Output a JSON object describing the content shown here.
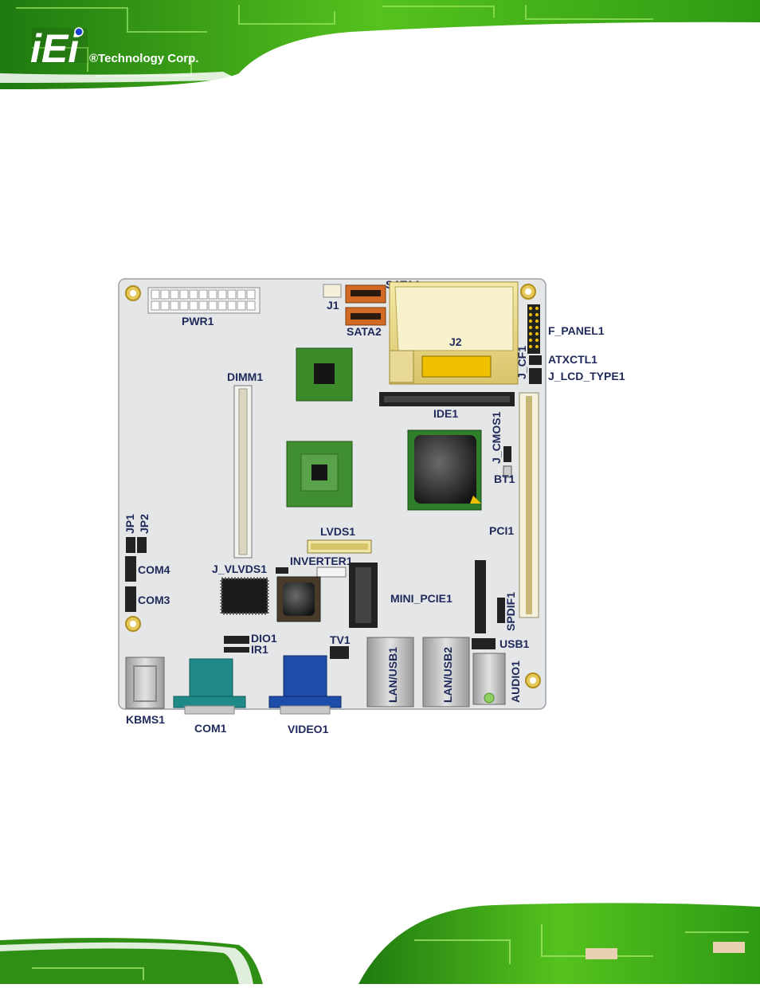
{
  "header": {
    "logo_text": "iEi",
    "company": "®Technology Corp."
  },
  "board": {
    "labels": {
      "pwr1": "PWR1",
      "j1": "J1",
      "sata1": "SATA1",
      "sata2": "SATA2",
      "j2": "J2",
      "f_panel1": "F_PANEL1",
      "j_cf1": "J_CF1",
      "atxctl1": "ATXCTL1",
      "j_lcd_type1": "J_LCD_TYPE1",
      "dimm1": "DIMM1",
      "ide1": "IDE1",
      "j_cmos1": "J_CMOS1",
      "bt1": "BT1",
      "pci1": "PCI1",
      "jp1": "JP1",
      "jp2": "JP2",
      "com4": "COM4",
      "com3": "COM3",
      "lvds1": "LVDS1",
      "inverter1": "INVERTER1",
      "j_vlvds1": "J_VLVDS1",
      "mini_pcie1": "MINI_PCIE1",
      "spdif1": "SPDIF1",
      "dio1": "DIO1",
      "ir1": "IR1",
      "tv1": "TV1",
      "usb1": "USB1",
      "lan_usb1": "LAN/USB1",
      "lan_usb2": "LAN/USB2",
      "audio1": "AUDIO1",
      "kbms1": "KBMS1",
      "com1": "COM1",
      "video1": "VIDEO1"
    }
  }
}
